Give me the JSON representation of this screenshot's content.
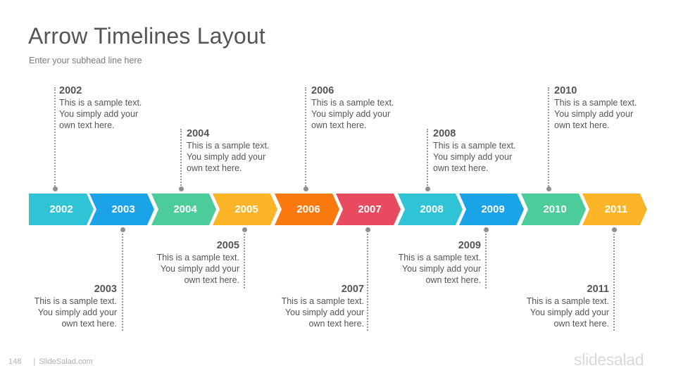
{
  "title": "Arrow Timelines Layout",
  "subhead": "Enter your subhead  line here",
  "sample_text": "This is a sample text.\nYou simply add your\nown text here.",
  "timeline": [
    {
      "year": "2002",
      "color": "#2ec4d6"
    },
    {
      "year": "2003",
      "color": "#1ba3e8"
    },
    {
      "year": "2004",
      "color": "#4ccc9b"
    },
    {
      "year": "2005",
      "color": "#fbb526"
    },
    {
      "year": "2006",
      "color": "#fb7a10"
    },
    {
      "year": "2007",
      "color": "#e84a5f"
    },
    {
      "year": "2008",
      "color": "#2ec4d6"
    },
    {
      "year": "2009",
      "color": "#1ba3e8"
    },
    {
      "year": "2010",
      "color": "#4ccc9b"
    },
    {
      "year": "2011",
      "color": "#fbb526"
    }
  ],
  "notes": [
    {
      "year": "2002",
      "text": "This is a sample text.\nYou simply add your\nown text here."
    },
    {
      "year": "2003",
      "text": "This is a sample text.\nYou simply add your\nown text here."
    },
    {
      "year": "2004",
      "text": "This is a sample text.\nYou simply add your\nown text here."
    },
    {
      "year": "2005",
      "text": "This is a sample text.\nYou simply add your\nown text here."
    },
    {
      "year": "2006",
      "text": "This is a sample text.\nYou simply add your\nown text here."
    },
    {
      "year": "2007",
      "text": "This is a sample text.\nYou simply add your\nown text here."
    },
    {
      "year": "2008",
      "text": "This is a sample text.\nYou simply add your\nown text here."
    },
    {
      "year": "2009",
      "text": "This is a sample text.\nYou simply add your\nown text here."
    },
    {
      "year": "2010",
      "text": "This is a sample text.\nYou simply add your\nown text here."
    },
    {
      "year": "2011",
      "text": "This is a sample text.\nYou simply add your\nown text here."
    }
  ],
  "footer": {
    "page_number": "148",
    "separator": "|",
    "site": "SlideSalad.com"
  },
  "brand": "slidesalad"
}
